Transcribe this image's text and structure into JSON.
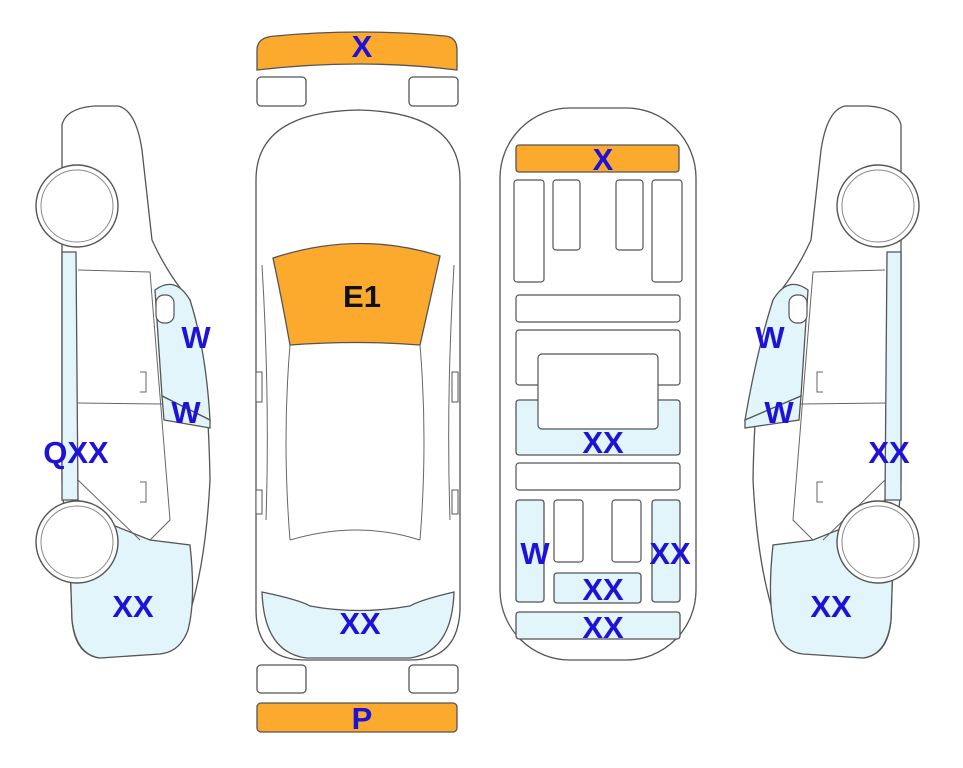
{
  "colors": {
    "damage_orange": "#FBAA2E",
    "damage_blue": "#E1F5FB",
    "label_blue": "#1F12D8",
    "outline": "#555555"
  },
  "views": {
    "left_side": {
      "window_top": "W",
      "window_mid": "W",
      "sill": "QXX",
      "rear_quarter": "XX"
    },
    "top": {
      "front_bumper": "X",
      "windshield": "E1",
      "rear_window": "XX",
      "rear_bumper": "P"
    },
    "interior": {
      "dashboard": "X",
      "center_console": "XX",
      "rear_seat_left": "W",
      "rear_seat_right": "XX",
      "rear_seat_center": "XX",
      "trunk": "XX"
    },
    "right_side": {
      "window_top": "W",
      "window_mid": "W",
      "sill": "XX",
      "rear_quarter": "XX"
    }
  }
}
